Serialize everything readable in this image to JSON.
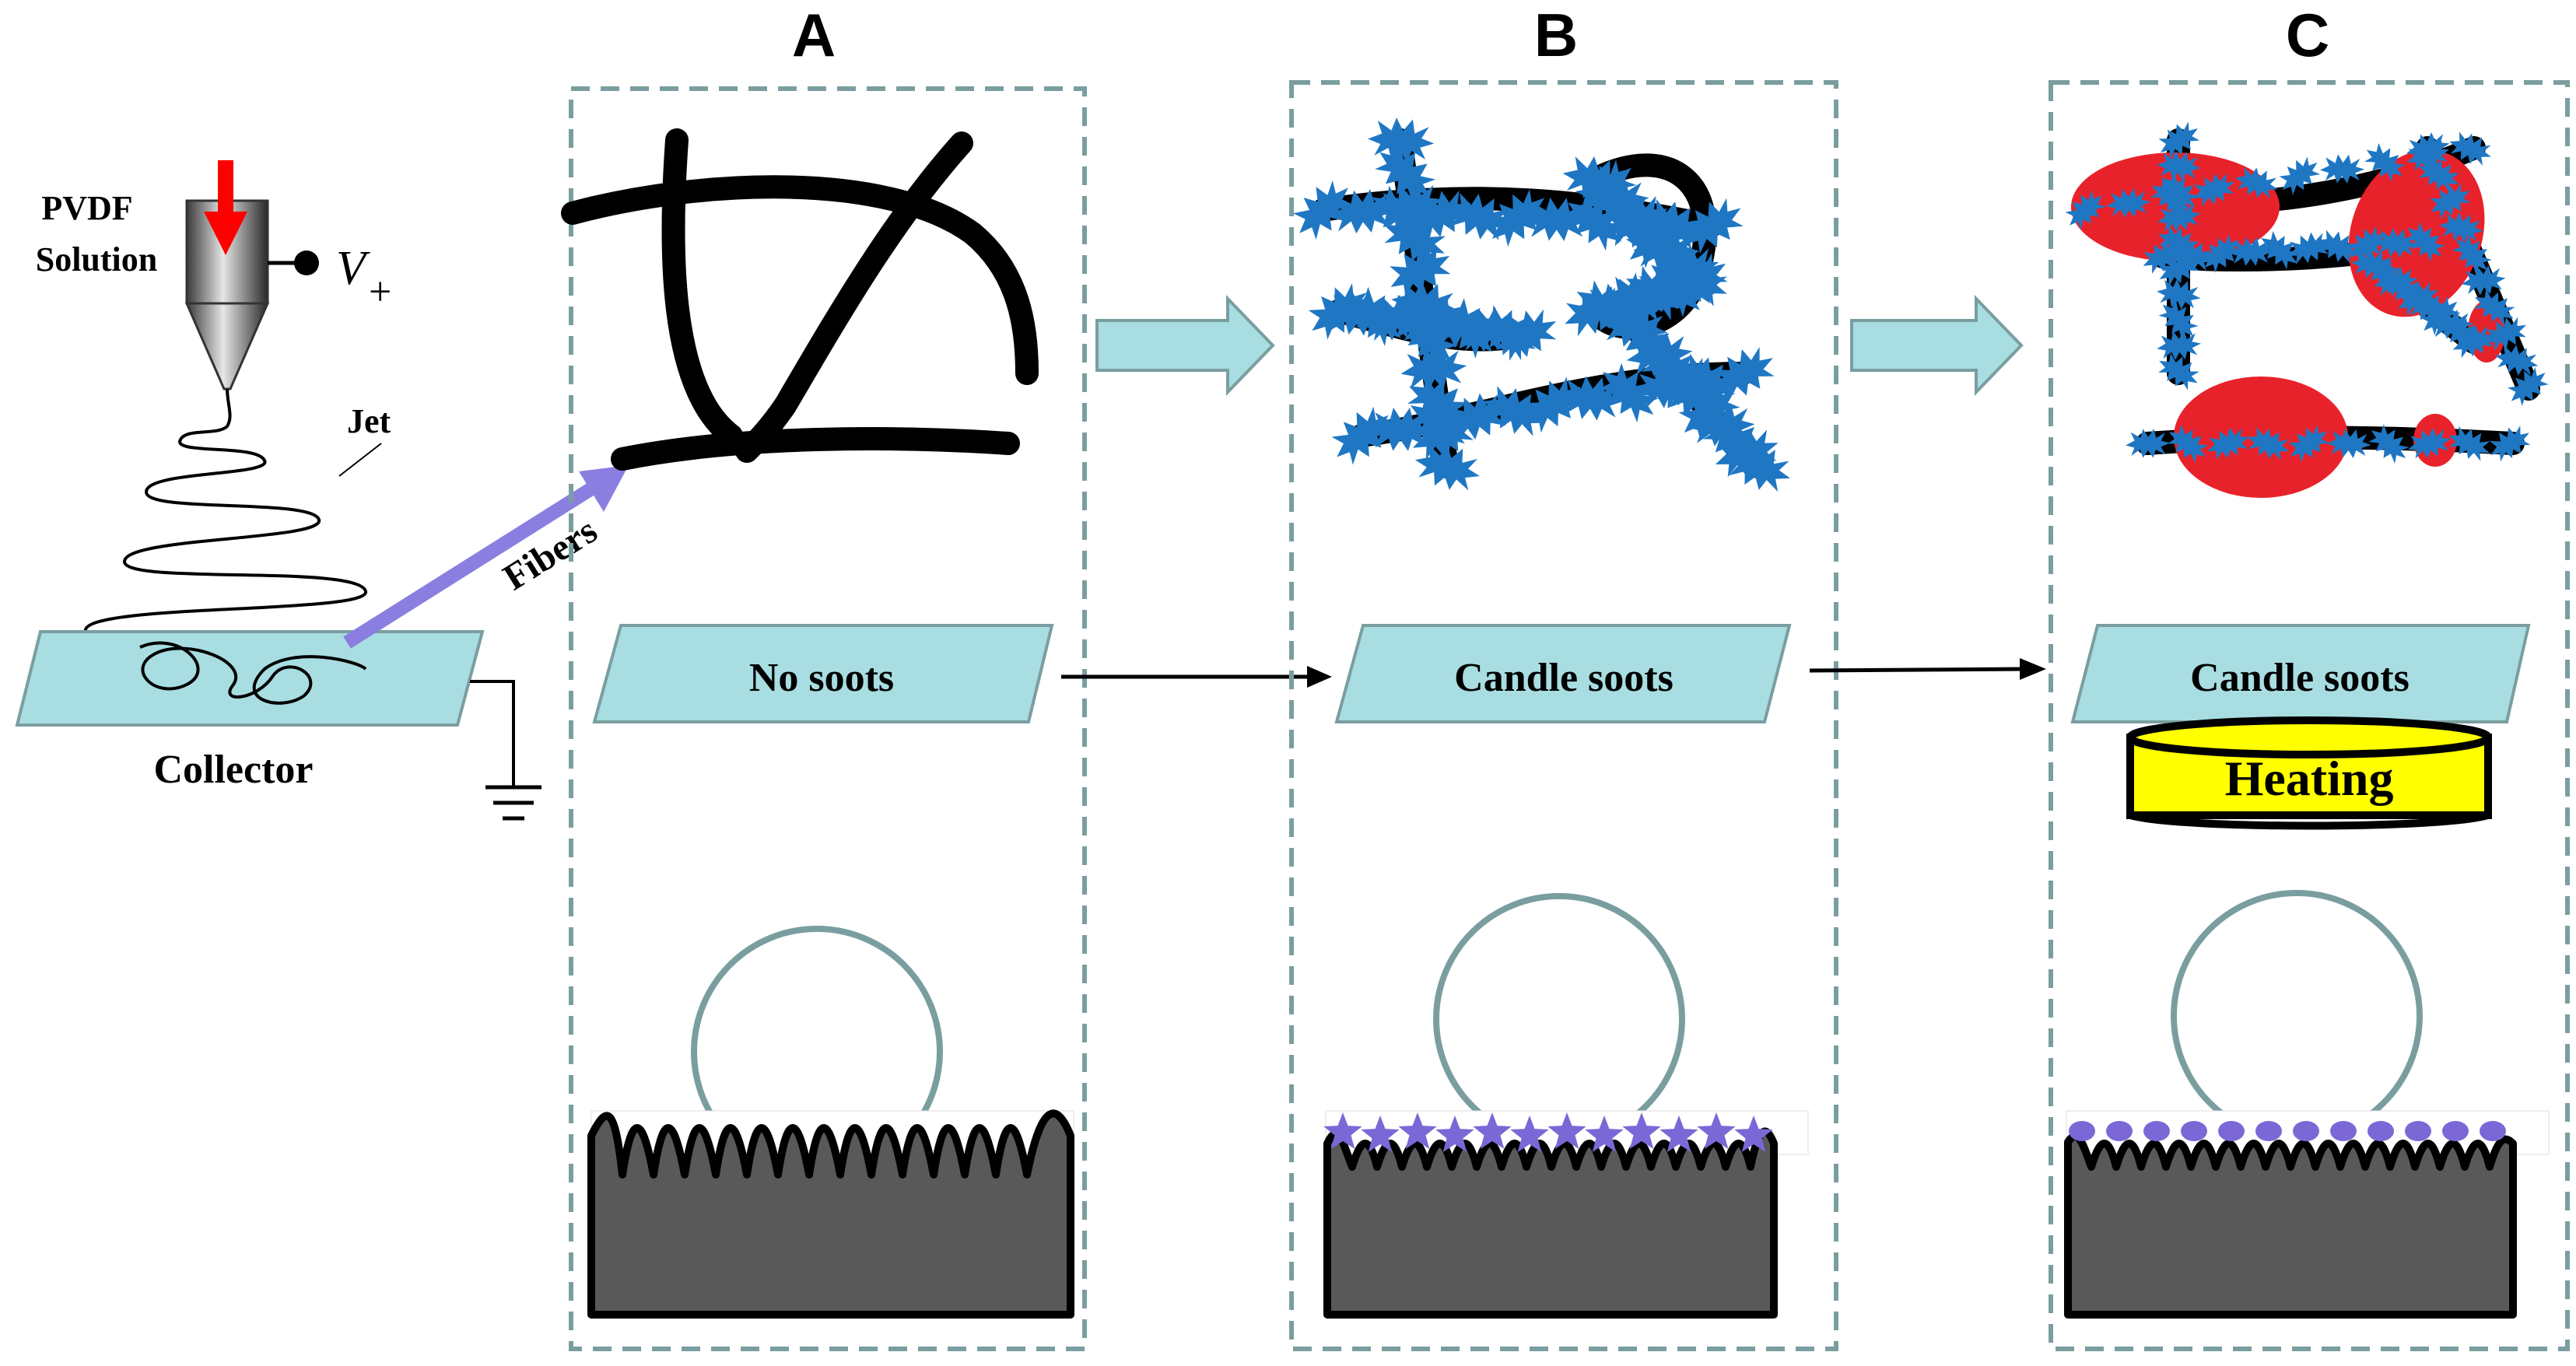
{
  "panels": [
    {
      "id": "A",
      "label": "A",
      "collector_label": "No soots"
    },
    {
      "id": "B",
      "label": "B",
      "collector_label": "Candle soots"
    },
    {
      "id": "C",
      "label": "C",
      "collector_label": "Candle soots",
      "heater_label": "Heating"
    }
  ],
  "setup": {
    "solution_label_line1": "PVDF",
    "solution_label_line2": "Solution",
    "voltage_label": "V",
    "voltage_subscript": "+",
    "jet_label": "Jet",
    "fibers_label": "Fibers",
    "collector_label": "Collector"
  },
  "colors": {
    "panel_border": "#7a9e9f",
    "collector_fill": "#a8dde2",
    "arrow_fill": "#a8dde2",
    "soot_blue": "#1f77c4",
    "heated_red": "#e8222a",
    "heater_yellow": "#ffff00",
    "feed_arrow_red": "#ff0000",
    "fibers_arrow": "#8a7fe0",
    "droplet_outline": "#7a9e9f",
    "surface_gray": "#595959",
    "star_purple": "#7b68d6"
  }
}
